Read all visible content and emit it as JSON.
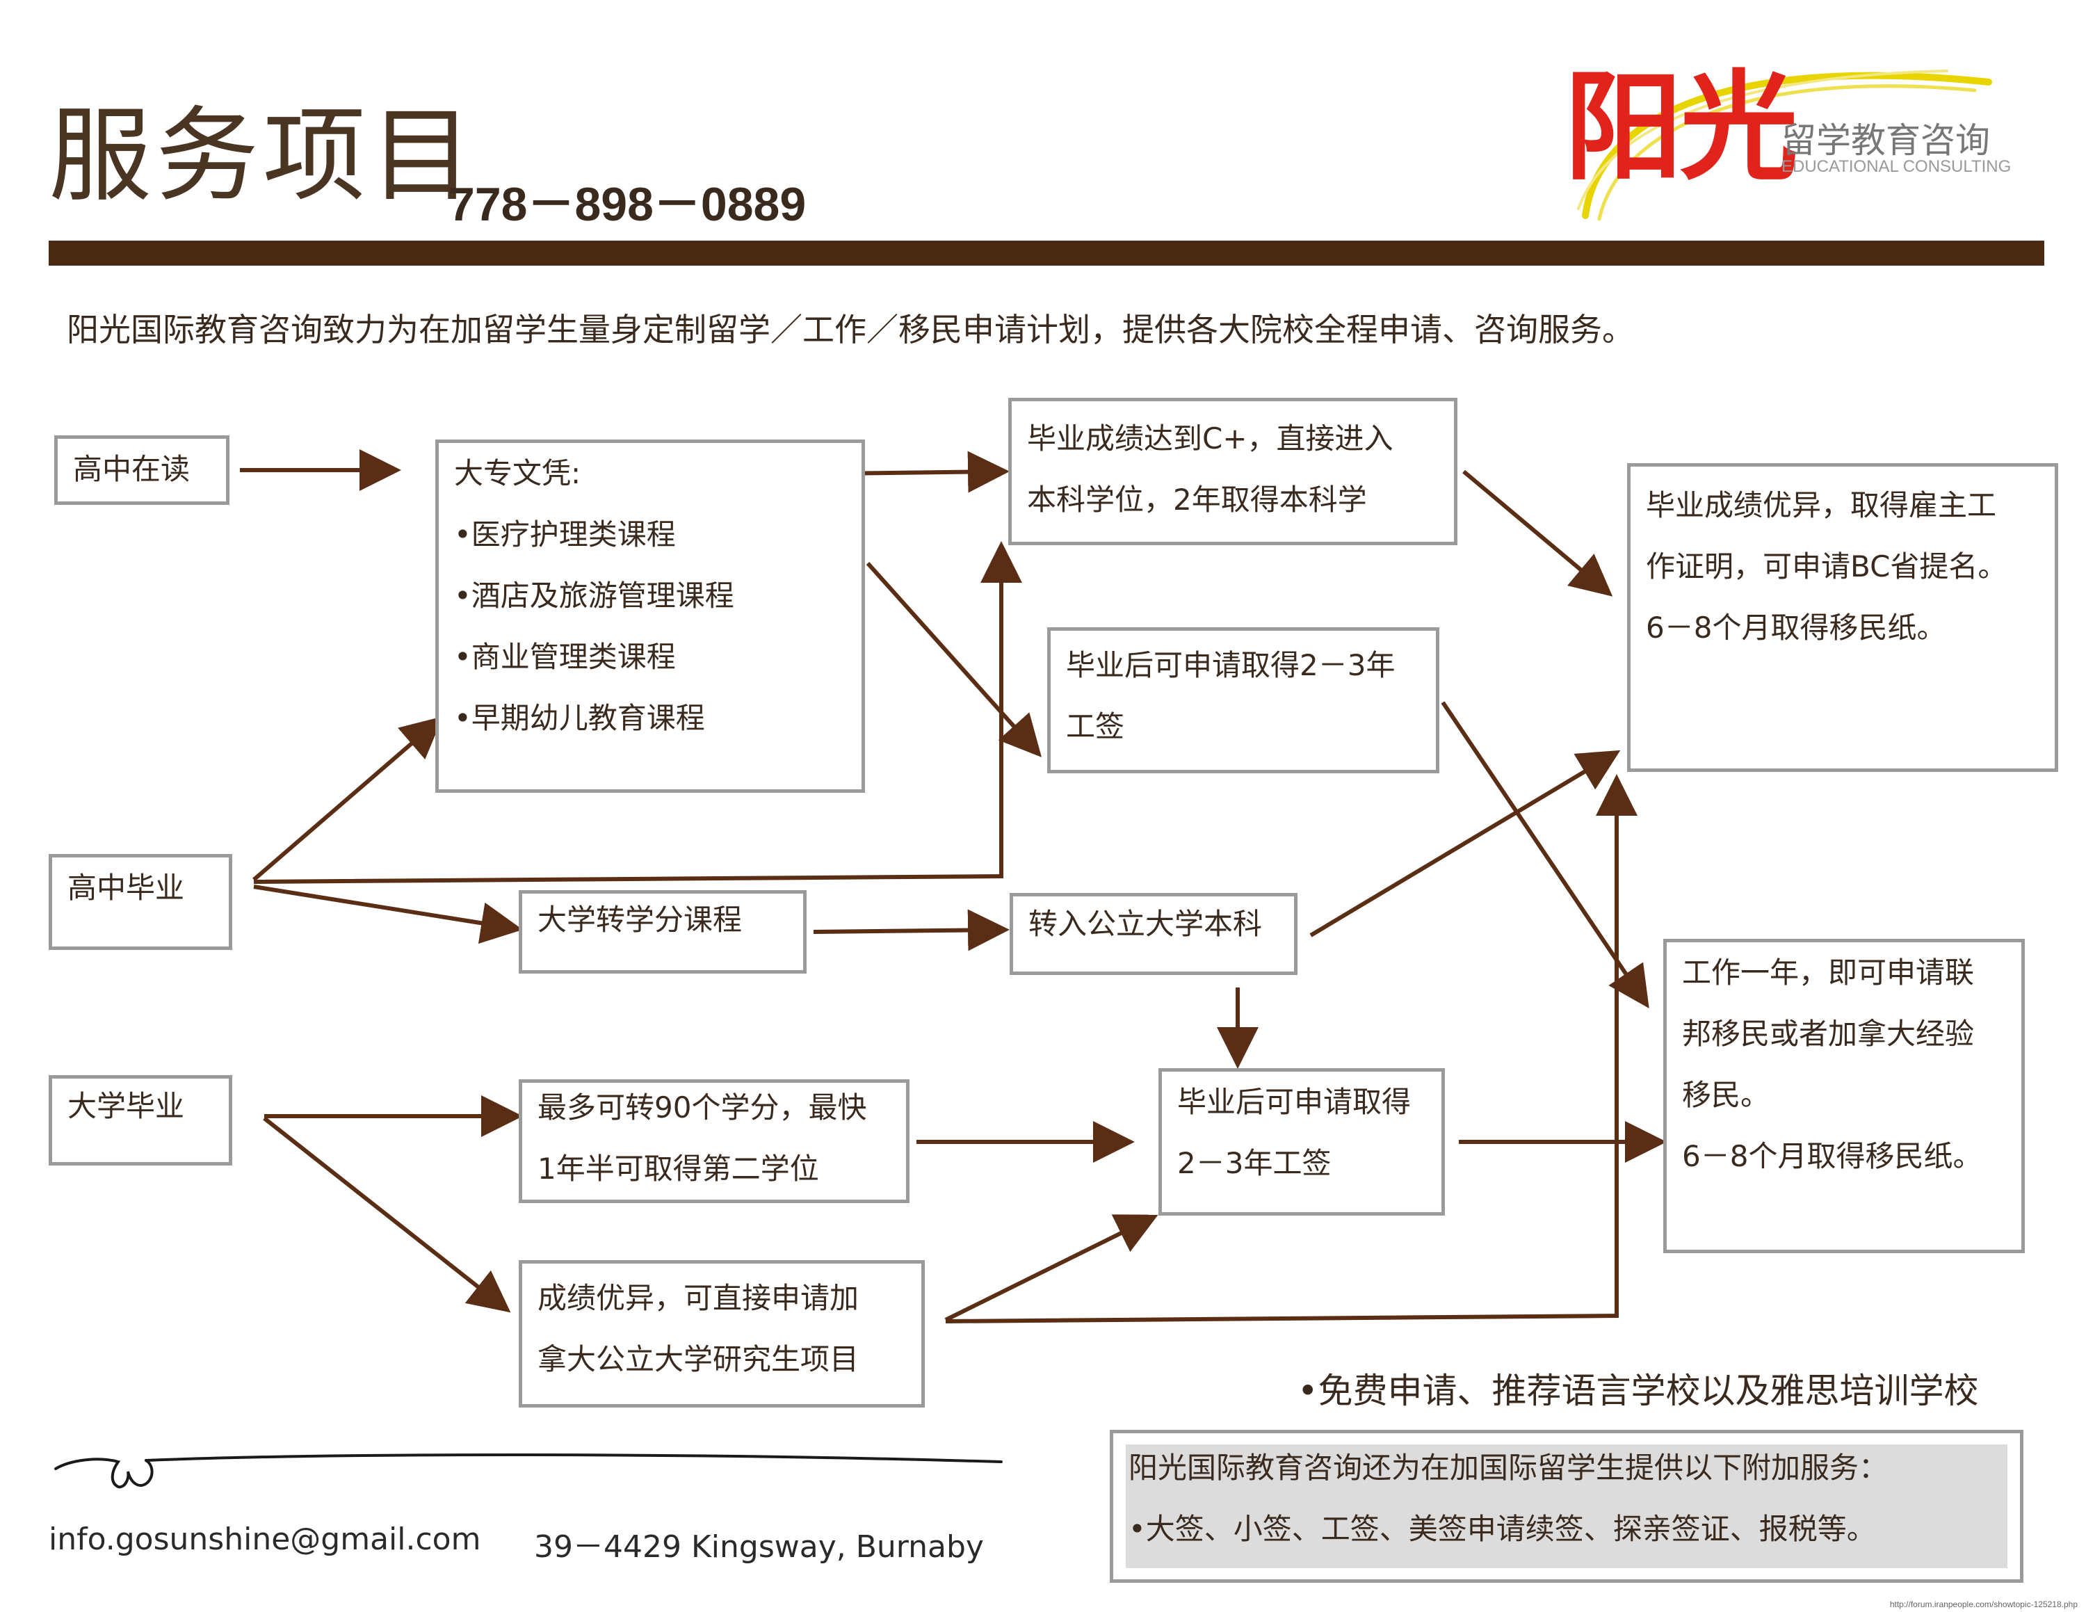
{
  "header": {
    "title": "服务项目",
    "phone": "778－898－0889",
    "logo_main": "阳光",
    "logo_sub": "留学教育咨询",
    "logo_en": "EDUCATIONAL CONSULTING"
  },
  "intro": "阳光国际教育咨询致力为在加留学生量身定制留学／工作／移民申请计划，提供各大院校全程申请、咨询服务。",
  "boxes": {
    "hs_current": [
      "高中在读"
    ],
    "diploma": [
      "大专文凭:",
      "•医疗护理类课程",
      "•酒店及旅游管理课程",
      "•商业管理类课程",
      "•早期幼儿教育课程"
    ],
    "grade_c": [
      "毕业成绩达到C+，直接进入",
      "本科学位，2年取得本科学"
    ],
    "work_permit_1": [
      "毕业后可申请取得2－3年",
      "工签"
    ],
    "employer": [
      "毕业成绩优异，取得雇主工",
      "作证明，可申请BC省提名。",
      "6－8个月取得移民纸。"
    ],
    "hs_grad": [
      "高中毕业"
    ],
    "transfer_course": [
      "大学转学分课程"
    ],
    "public_univ": [
      "转入公立大学本科"
    ],
    "univ_grad": [
      "大学毕业"
    ],
    "credits": [
      "最多可转90个学分，最快",
      "1年半可取得第二学位"
    ],
    "work_permit_2": [
      "毕业后可申请取得",
      "2－3年工签"
    ],
    "federal": [
      "工作一年，即可申请联",
      "邦移民或者加拿大经验",
      "移民。",
      "6－8个月取得移民纸。"
    ],
    "graduate": [
      "成绩优异，可直接申请加",
      "拿大公立大学研究生项目"
    ]
  },
  "note": "•免费申请、推荐语言学校以及雅思培训学校",
  "additional": {
    "line1": "阳光国际教育咨询还为在加国际留学生提供以下附加服务：",
    "line2": "•大签、小签、工签、美签申请续签、探亲签证、报税等。"
  },
  "footer": {
    "email": "info.gosunshine@gmail.com",
    "address": "39－4429 Kingsway, Burnaby",
    "url": "http://forum.iranpeople.com/showtopic-125218.php"
  },
  "colors": {
    "arrow": "#5a2e14",
    "bar": "#4a2a12",
    "logo_red": "#e0231b",
    "logo_swoosh": "#e8d400"
  }
}
